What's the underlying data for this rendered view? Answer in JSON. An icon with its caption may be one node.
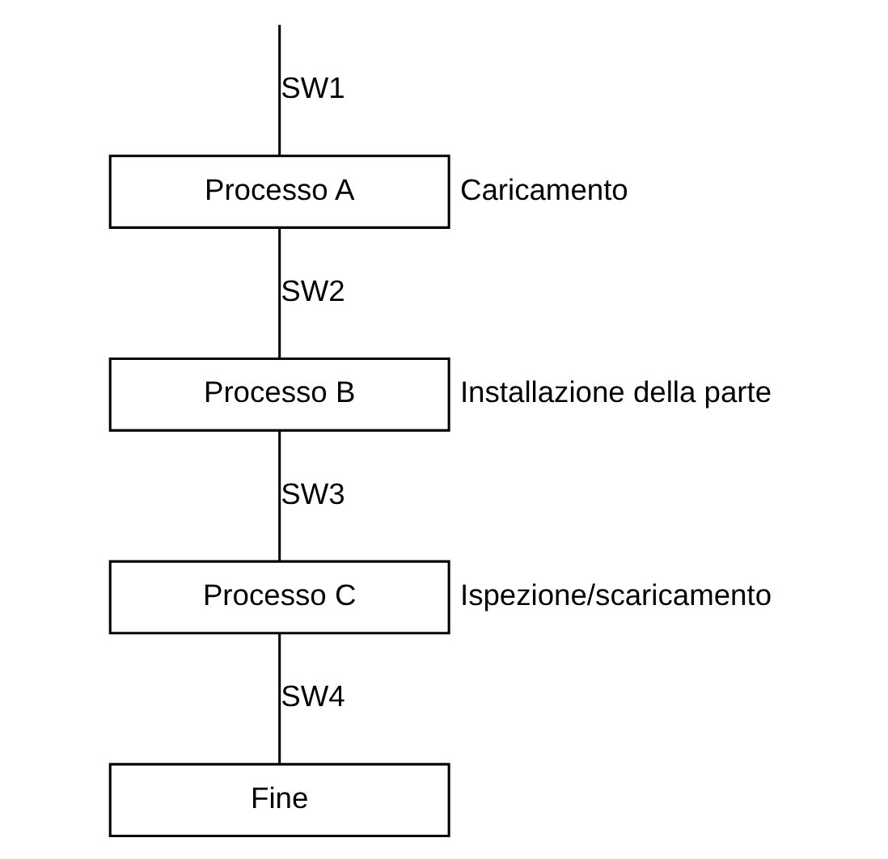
{
  "diagram": {
    "nodes": [
      {
        "text": [
          "Processo A"
        ],
        "beside": [
          "Caricamento"
        ]
      },
      {
        "text": [
          "Processo B"
        ],
        "beside": [
          "Installazione della parte"
        ]
      },
      {
        "text": [
          "Processo C"
        ],
        "beside": [
          "Ispezione/scaricamento"
        ]
      },
      {
        "text": [
          "Fine"
        ]
      }
    ],
    "edges": [
      {
        "from": null,
        "to": 0,
        "arrow": "none",
        "label": "SW1"
      },
      {
        "from": 0,
        "to": 1,
        "arrow": "none",
        "label": "SW2"
      },
      {
        "from": 1,
        "to": 2,
        "arrow": "none",
        "label": "SW3"
      },
      {
        "from": 2,
        "to": 3,
        "arrow": "none",
        "label": "SW4"
      }
    ]
  }
}
